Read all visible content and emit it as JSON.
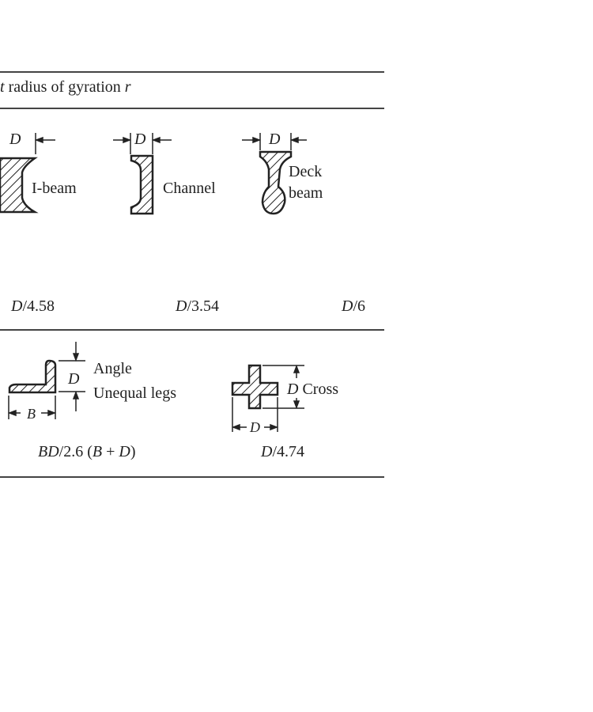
{
  "header": {
    "prefix": "t",
    "text": "radius of gyration",
    "symbol": "r"
  },
  "row1": {
    "ibeam": {
      "label": "I-beam",
      "dim": "D",
      "formula_var": "D",
      "formula": "/4.58"
    },
    "channel": {
      "label": "Channel",
      "dim": "D",
      "formula_var": "D",
      "formula": "/3.54"
    },
    "deck": {
      "label_line1": "Deck",
      "label_line2": "beam",
      "dim": "D",
      "formula_var": "D",
      "formula": "/6"
    }
  },
  "row2": {
    "angle": {
      "label_line1": "Angle",
      "label_line2": "Unequal legs",
      "dim_d": "D",
      "dim_b": "B",
      "formula_a": "BD",
      "formula_b": "/2.6 (",
      "formula_c": "B",
      "formula_d": " + ",
      "formula_e": "D",
      "formula_f": ")"
    },
    "cross": {
      "label": "Cross",
      "dim_v": "D",
      "dim_h": "D",
      "formula_var": "D",
      "formula": "/4.74"
    }
  }
}
